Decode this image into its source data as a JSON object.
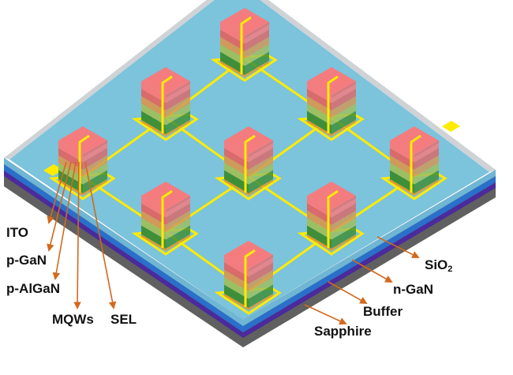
{
  "diagram": {
    "type": "isometric-device-schematic",
    "description": "Micro-LED array on layered substrate",
    "array_rows": 3,
    "array_cols": 3,
    "led_layer_labels": [
      {
        "id": "ito",
        "text": "ITO"
      },
      {
        "id": "p-gan",
        "text": "p-GaN"
      },
      {
        "id": "p-algan",
        "text": "p-AlGaN"
      },
      {
        "id": "mqws",
        "text": "MQWs"
      },
      {
        "id": "sel",
        "text": "SEL"
      }
    ],
    "substrate_labels": [
      {
        "id": "sio2",
        "text": "SiO",
        "sub": "2"
      },
      {
        "id": "n-gan",
        "text": "n-GaN"
      },
      {
        "id": "buffer",
        "text": "Buffer"
      },
      {
        "id": "sapphire",
        "text": "Sapphire"
      }
    ],
    "colors": {
      "platform_top": "#7cc3dc",
      "platform_rim": "#cfd3d6",
      "sio2_side": "#6fb6d4",
      "n_gan": "#2a6fc9",
      "buffer": "#4b2a9c",
      "sapphire": "#606060",
      "ito": "#f47c7f",
      "p_gan": "#d96b6b",
      "p_algan": "#cf9a5a",
      "mqws": "#9cbf63",
      "sel": "#3f8f3a",
      "n_contact": "#e09a2a",
      "wire": "#ffeb00",
      "arrow": "#d2691e"
    }
  }
}
